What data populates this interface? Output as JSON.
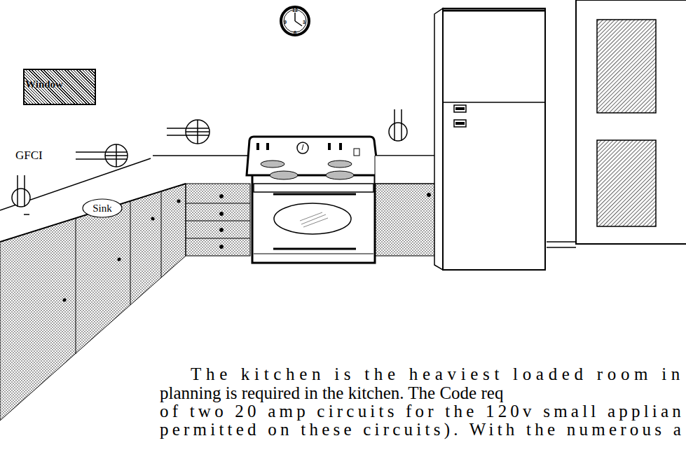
{
  "diagram": {
    "nodes": [
      {
        "text": [
          "Window"
        ]
      },
      {
        "text": [
          "Sink"
        ]
      }
    ],
    "labels": [
      "12",
      "3",
      "6",
      "9",
      "GFCI",
      "The kitchen is the heaviest loaded room in",
      "planning is required in the kitchen. The Code req",
      "of two 20 amp circuits for the 120v small applian",
      "permitted on these circuits). With the numerous a"
    ]
  }
}
